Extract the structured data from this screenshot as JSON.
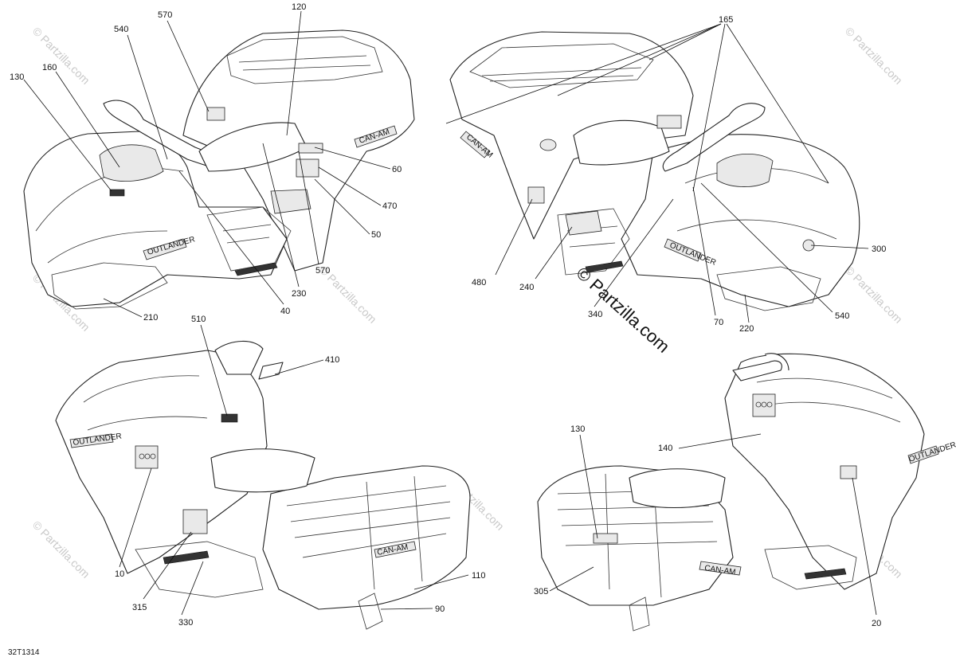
{
  "watermark": {
    "text": "© Partzilla.com"
  },
  "diagram_code": "32T1314",
  "views": {
    "front_left": {
      "callouts": [
        "570",
        "540",
        "120",
        "160",
        "130",
        "60",
        "470",
        "50",
        "570",
        "230",
        "40",
        "210"
      ]
    },
    "front_right": {
      "callouts": [
        "165",
        "300",
        "480",
        "240",
        "340",
        "70",
        "220",
        "540"
      ]
    },
    "rear_left": {
      "callouts": [
        "510",
        "410",
        "10",
        "315",
        "330",
        "110",
        "90"
      ]
    },
    "rear_right": {
      "callouts": [
        "130",
        "140",
        "305",
        "20"
      ]
    }
  },
  "decals": {
    "outlander": "OUTLANDER",
    "can_am": "CAN-AM"
  }
}
